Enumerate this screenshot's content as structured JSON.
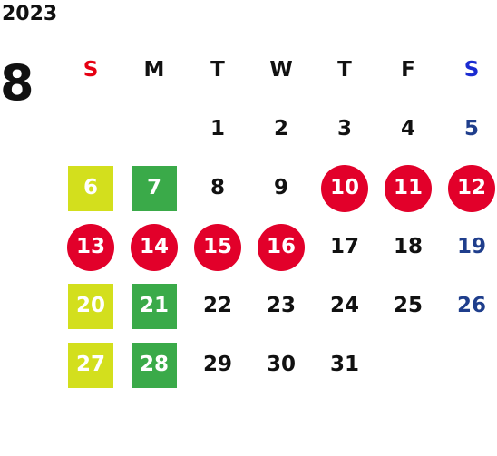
{
  "header": {
    "year": "2023",
    "month": "8"
  },
  "colors": {
    "sunday_header": "#e60012",
    "saturday_header": "#1a2bd1",
    "saturday_date": "#1f3e8c",
    "circle_red": "#e2002a",
    "square_yellow": "#d3df1d",
    "square_green": "#3aaa49"
  },
  "weekdays": [
    "S",
    "M",
    "T",
    "W",
    "T",
    "F",
    "S"
  ],
  "weeks": [
    [
      {
        "d": ""
      },
      {
        "d": ""
      },
      {
        "d": "1"
      },
      {
        "d": "2"
      },
      {
        "d": "3"
      },
      {
        "d": "4"
      },
      {
        "d": "5"
      }
    ],
    [
      {
        "d": "6",
        "mark": "square-yellow"
      },
      {
        "d": "7",
        "mark": "square-green"
      },
      {
        "d": "8"
      },
      {
        "d": "9"
      },
      {
        "d": "10",
        "mark": "circle-red"
      },
      {
        "d": "11",
        "mark": "circle-red"
      },
      {
        "d": "12",
        "mark": "circle-red"
      }
    ],
    [
      {
        "d": "13",
        "mark": "circle-red"
      },
      {
        "d": "14",
        "mark": "circle-red"
      },
      {
        "d": "15",
        "mark": "circle-red"
      },
      {
        "d": "16",
        "mark": "circle-red"
      },
      {
        "d": "17"
      },
      {
        "d": "18"
      },
      {
        "d": "19"
      }
    ],
    [
      {
        "d": "20",
        "mark": "square-yellow"
      },
      {
        "d": "21",
        "mark": "square-green"
      },
      {
        "d": "22"
      },
      {
        "d": "23"
      },
      {
        "d": "24"
      },
      {
        "d": "25"
      },
      {
        "d": "26"
      }
    ],
    [
      {
        "d": "27",
        "mark": "square-yellow"
      },
      {
        "d": "28",
        "mark": "square-green"
      },
      {
        "d": "29"
      },
      {
        "d": "30"
      },
      {
        "d": "31"
      },
      {
        "d": ""
      },
      {
        "d": ""
      }
    ]
  ]
}
